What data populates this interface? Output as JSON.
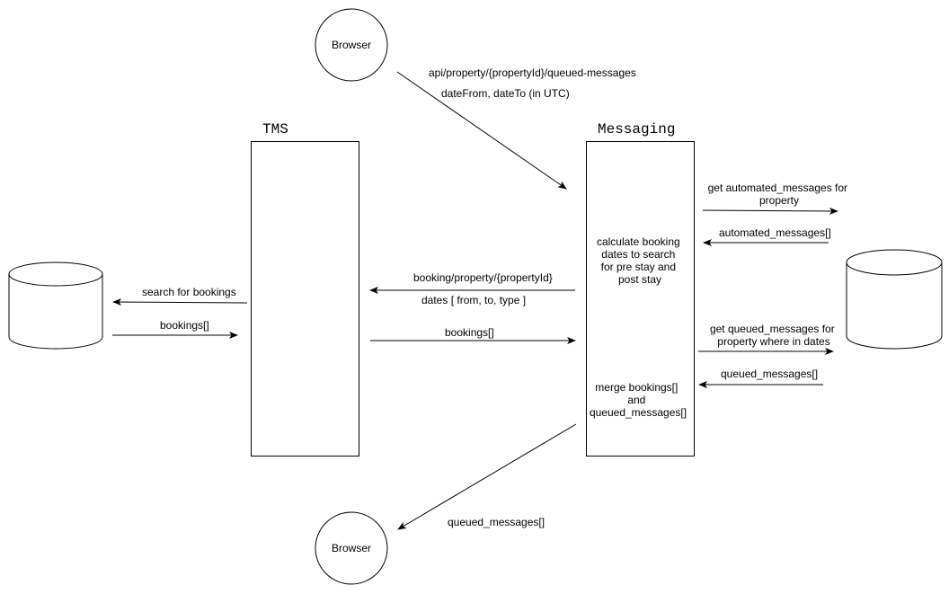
{
  "nodes": {
    "browser_top": "Browser",
    "browser_bottom": "Browser",
    "tms": "TMS",
    "messaging": "Messaging"
  },
  "labels": {
    "api_call": "api/property/{propertyId}/queued-messages",
    "api_params": "dateFrom, dateTo (in UTC)",
    "search_for_bookings": "search for bookings",
    "bookings_left": "bookings[]",
    "booking_request": "booking/property/{propertyId}",
    "booking_request_params": "dates [ from, to, type ]",
    "bookings_middle": "bookings[]",
    "calculate": [
      "calculate booking",
      "dates to search",
      "for pre stay and",
      "post stay"
    ],
    "merge": [
      "merge bookings[]",
      "and",
      "queued_messages[]"
    ],
    "get_automated": [
      "get automated_messages for",
      "property"
    ],
    "automated_result": "automated_messages[]",
    "get_queued": [
      "get queued_messages for",
      "property where in dates"
    ],
    "queued_result": "queued_messages[]",
    "response": "queued_messages[]"
  }
}
